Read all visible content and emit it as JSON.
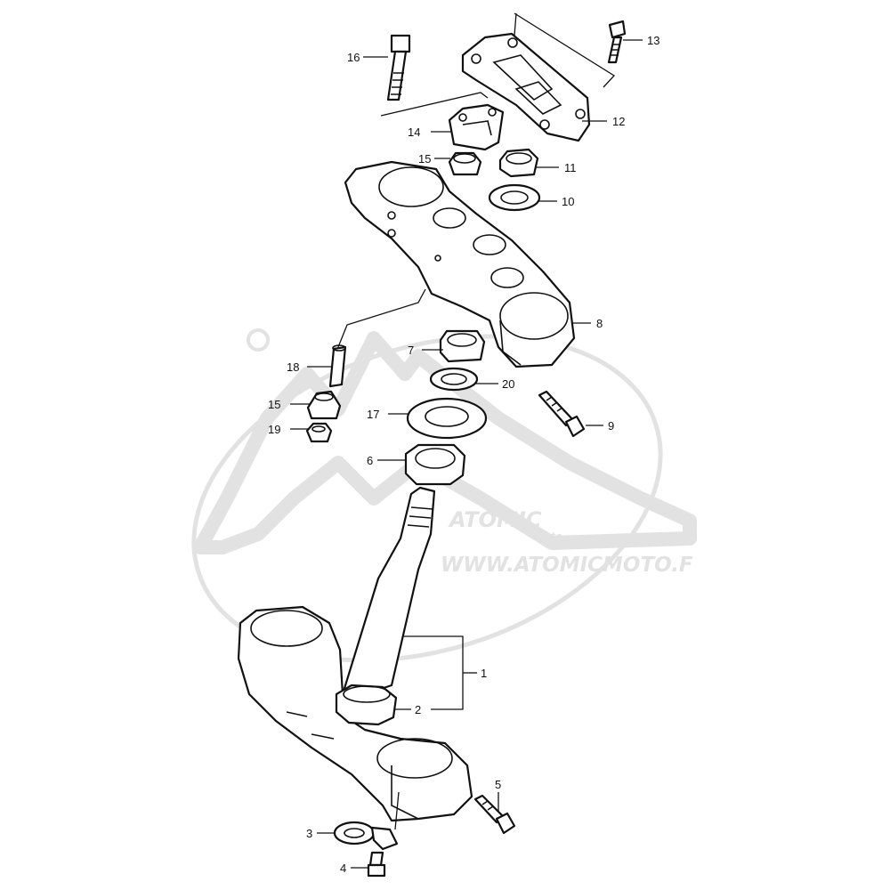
{
  "watermark": {
    "logo": "ATOMIC",
    "logo_sub": "moto",
    "url": "WWW.ATOMICMOTO.F"
  },
  "callouts": [
    "1",
    "2",
    "3",
    "4",
    "5",
    "6",
    "7",
    "8",
    "9",
    "10",
    "11",
    "12",
    "13",
    "14",
    "15",
    "15",
    "16",
    "17",
    "18",
    "19",
    "20"
  ],
  "colors": {
    "line": "#111111",
    "watermark": "#e2e2e2",
    "background": "#ffffff"
  }
}
